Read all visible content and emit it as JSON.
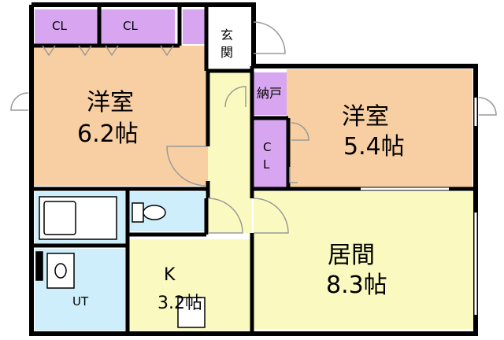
{
  "colors": {
    "wall": "#000000",
    "bedroom": "#f8cfa2",
    "closet": "#d8a6f0",
    "living": "#fafac0",
    "kitchen": "#fafac0",
    "hall": "#fafac0",
    "wet": "#cdeefa",
    "door": "#9a9a9a"
  },
  "rooms": {
    "bedroom_west": {
      "name": "洋室",
      "size": "6.2帖"
    },
    "bedroom_east": {
      "name": "洋室",
      "size": "5.4帖"
    },
    "living": {
      "name": "居間",
      "size": "8.3帖"
    },
    "kitchen": {
      "name": "K",
      "size": "3.2帖"
    },
    "utility": {
      "name": "UT"
    },
    "entrance": {
      "name": "玄関"
    },
    "storage": {
      "name": "納戸"
    },
    "closet_1": {
      "name": "CL"
    },
    "closet_2": {
      "name": "CL"
    },
    "closet_3": {
      "name": "CL"
    }
  }
}
